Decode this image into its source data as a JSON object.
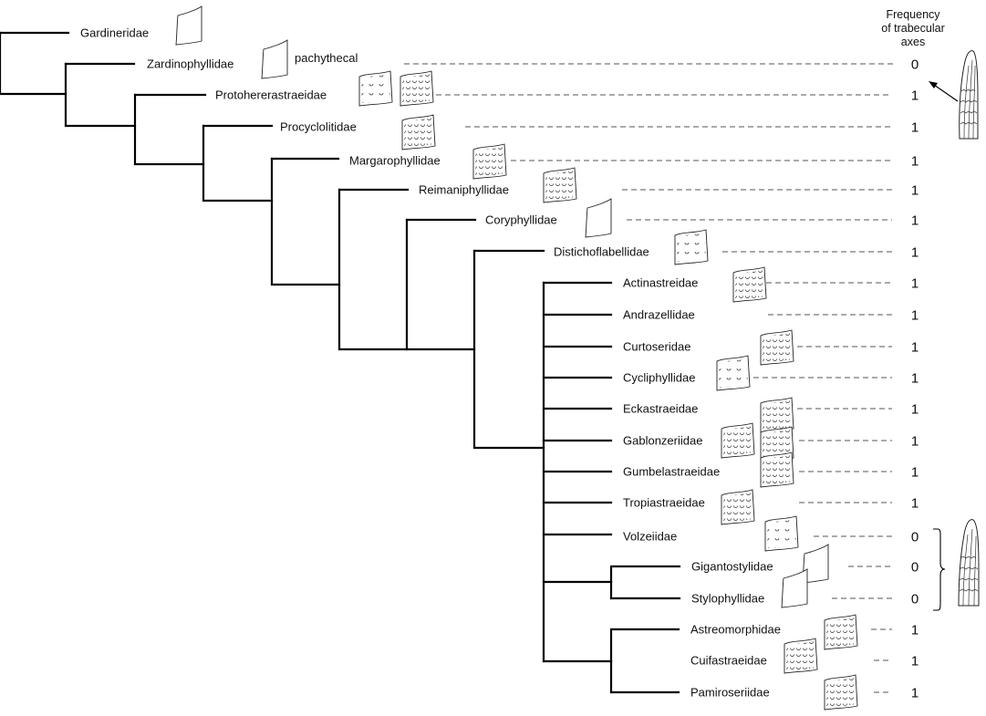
{
  "header": {
    "line1": "Frequency",
    "line2": "of trabecular",
    "line3": "axes"
  },
  "annotation": "pachythecal",
  "taxa": [
    {
      "name": "Gardineridae",
      "frequency": "",
      "sketch": "solid-wall-sketch"
    },
    {
      "name": "Zardinophyllidae",
      "frequency": "0",
      "sketch": "solid-wall-sketch"
    },
    {
      "name": "Protohererastraeidae",
      "frequency": "1",
      "sketch": "perforated-wall-sketch"
    },
    {
      "name": "Procyclolitidae",
      "frequency": "1",
      "sketch": "perforated-wall-sketch"
    },
    {
      "name": "Margarophyllidae",
      "frequency": "1",
      "sketch": "perforated-wall-sketch"
    },
    {
      "name": "Reimaniphyllidae",
      "frequency": "1",
      "sketch": "perforated-wall-sketch"
    },
    {
      "name": "Coryphyllidae",
      "frequency": "1",
      "sketch": "solid-wall-sketch"
    },
    {
      "name": "Distichoflabellidae",
      "frequency": "1",
      "sketch": "perforated-wall-sketch"
    },
    {
      "name": "Actinastreidae",
      "frequency": "1",
      "sketch": "perforated-wall-sketch"
    },
    {
      "name": "Andrazellidae",
      "frequency": "1",
      "sketch": ""
    },
    {
      "name": "Curtoseridae",
      "frequency": "1",
      "sketch": "perforated-wall-sketch"
    },
    {
      "name": "Cycliphyllidae",
      "frequency": "1",
      "sketch": "perforated-wall-sketch"
    },
    {
      "name": "Eckastraeidae",
      "frequency": "1",
      "sketch": "perforated-wall-sketch"
    },
    {
      "name": "Gablonzeriidae",
      "frequency": "1",
      "sketch": "perforated-wall-sketch"
    },
    {
      "name": "Gumbelastraeidae",
      "frequency": "1",
      "sketch": "perforated-wall-sketch"
    },
    {
      "name": "Tropiastraeidae",
      "frequency": "1",
      "sketch": "perforated-wall-sketch"
    },
    {
      "name": "Volzeiidae",
      "frequency": "0",
      "sketch": "perforated-wall-sketch"
    },
    {
      "name": "Gigantostylidae",
      "frequency": "0",
      "sketch": "solid-wall-sketch"
    },
    {
      "name": "Stylophyllidae",
      "frequency": "0",
      "sketch": "solid-wall-sketch"
    },
    {
      "name": "Astreomorphidae",
      "frequency": "1",
      "sketch": "perforated-wall-sketch"
    },
    {
      "name": "Cuifastraeidae",
      "frequency": "1",
      "sketch": "perforated-wall-sketch"
    },
    {
      "name": "Pamiroseriidae",
      "frequency": "1",
      "sketch": "perforated-wall-sketch"
    }
  ],
  "icons": {
    "upper": "trabecular-septum-icon",
    "lower": "trabecular-septum-icon",
    "arrow": "arrow-icon",
    "bracket": "curly-bracket-icon"
  },
  "colors": {
    "line": "#000000",
    "leader": "#555555",
    "text": "#111111"
  }
}
